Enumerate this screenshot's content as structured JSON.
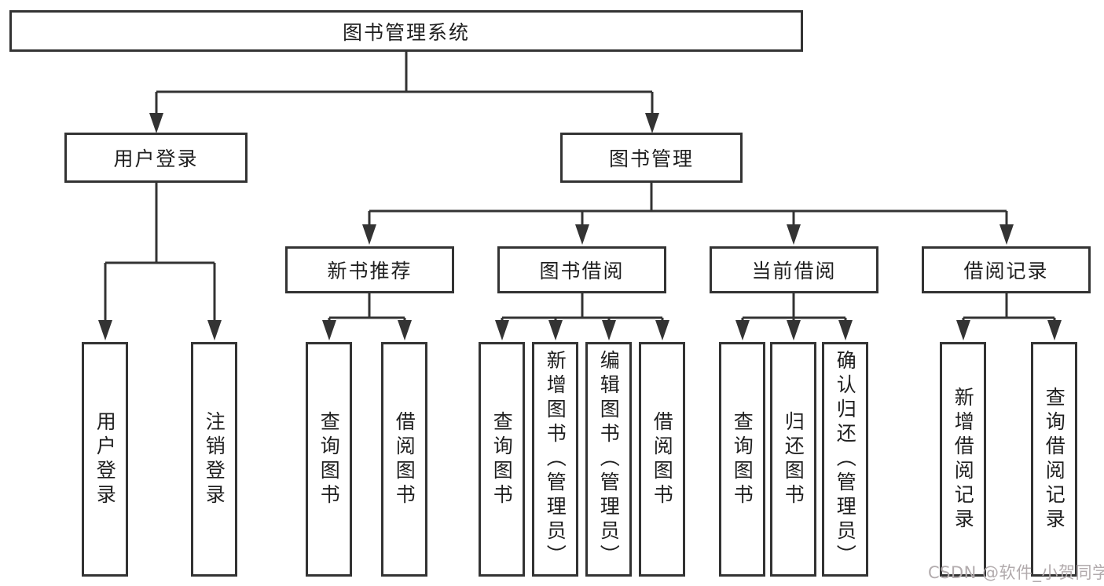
{
  "colors": {
    "line": "#333333",
    "box_border": "#333333",
    "text": "#1f1f1f",
    "background": "#ffffff",
    "watermark_text": "#b2abad"
  },
  "tree": {
    "root": "图书管理系统",
    "branches": [
      {
        "label": "用户登录",
        "children": [
          "用户登录",
          "注销登录"
        ]
      },
      {
        "label": "图书管理",
        "children": [
          {
            "label": "新书推荐",
            "children": [
              "查询图书",
              "借阅图书"
            ]
          },
          {
            "label": "图书借阅",
            "children": [
              "查询图书",
              "新增图书（管理员）",
              "编辑图书（管理员）",
              "借阅图书"
            ]
          },
          {
            "label": "当前借阅",
            "children": [
              "查询图书",
              "归还图书",
              "确认归还（管理员）"
            ]
          },
          {
            "label": "借阅记录",
            "children": [
              "新增借阅记录",
              "查询借阅记录"
            ]
          }
        ]
      }
    ]
  },
  "watermark": {
    "text": "CSDN @软件_小贺同学"
  }
}
